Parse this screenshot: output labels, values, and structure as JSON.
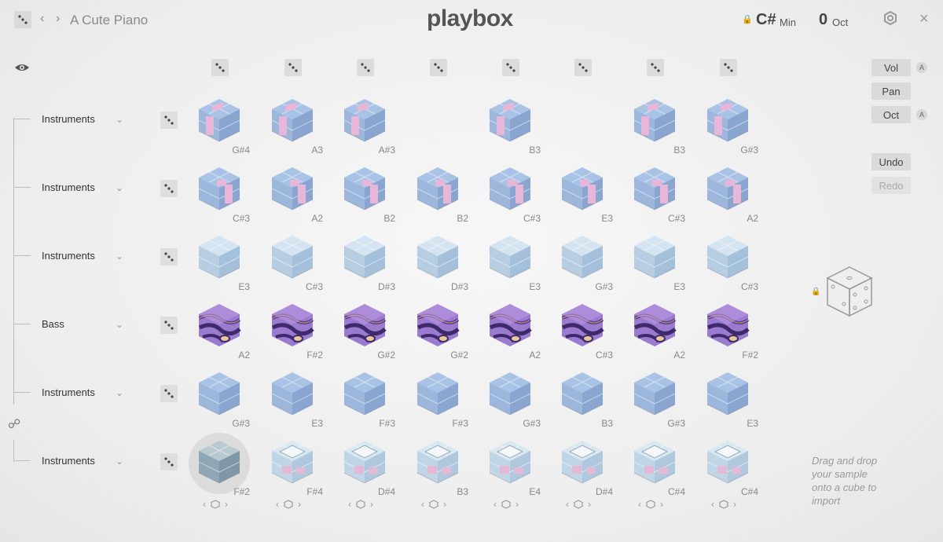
{
  "header": {
    "preset_name": "A Cute Piano",
    "logo": "playbox",
    "key_note": "C#",
    "key_mode": "Min",
    "octave_value": "0",
    "octave_label": "Oct"
  },
  "rows": [
    {
      "label": "Instruments",
      "style": "pinkblue",
      "notes": [
        "G#4",
        "A3",
        "A#3",
        "",
        "B3",
        "",
        "B3",
        "G#3"
      ]
    },
    {
      "label": "Instruments",
      "style": "pinkblue2",
      "notes": [
        "C#3",
        "A2",
        "B2",
        "B2",
        "C#3",
        "E3",
        "C#3",
        "A2"
      ]
    },
    {
      "label": "Instruments",
      "style": "lightblue",
      "notes": [
        "E3",
        "C#3",
        "D#3",
        "D#3",
        "E3",
        "G#3",
        "E3",
        "C#3"
      ]
    },
    {
      "label": "Bass",
      "style": "purple",
      "notes": [
        "A2",
        "F#2",
        "G#2",
        "G#2",
        "A2",
        "C#3",
        "A2",
        "F#2"
      ]
    },
    {
      "label": "Instruments",
      "style": "blue",
      "notes": [
        "G#3",
        "E3",
        "F#3",
        "F#3",
        "G#3",
        "B3",
        "G#3",
        "E3"
      ]
    },
    {
      "label": "Instruments",
      "style": "hollow",
      "notes": [
        "F#2",
        "F#4",
        "D#4",
        "B3",
        "E4",
        "D#4",
        "C#4",
        "C#4"
      ]
    }
  ],
  "slot_controls": {
    "prev": "‹",
    "next": "›"
  },
  "right_panel": {
    "vol": "Vol",
    "pan": "Pan",
    "oct": "Oct",
    "auto_badge": "A",
    "undo": "Undo",
    "redo": "Redo"
  },
  "hint": {
    "line1": "Drag and drop",
    "line2": "your sample",
    "line3": "onto a cube to",
    "line4": "import"
  },
  "colors": {
    "pink": "#e7b6d8",
    "blue": "#a9c3e6",
    "lightblue": "#c2d8ea",
    "purple": "#9b7bd0",
    "gold": "#c9a46a"
  }
}
